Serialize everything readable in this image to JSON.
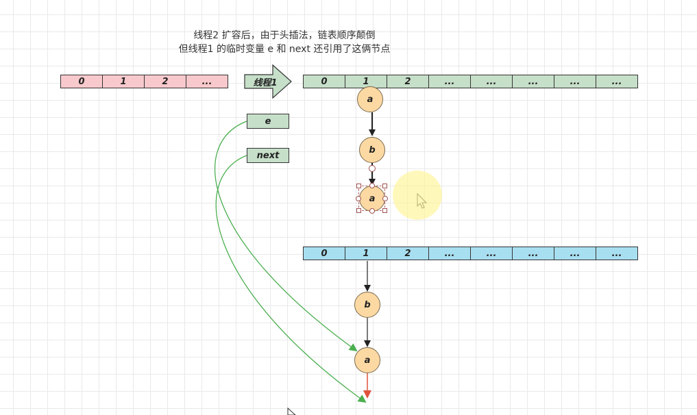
{
  "caption": {
    "line1": "线程2 扩容后，由于头插法，链表顺序颠倒",
    "line2": "但线程1 的临时变量 e 和 next 还引用了这俩节点"
  },
  "old_table": {
    "cells": [
      "0",
      "1",
      "2",
      "..."
    ],
    "color": "#f8c9cc"
  },
  "thread_arrow": {
    "label": "线程1",
    "color": "#c6dfc9"
  },
  "thread2_table": {
    "cells": [
      "0",
      "1",
      "2",
      "...",
      "...",
      "...",
      "...",
      "..."
    ],
    "color": "#c6dfc9",
    "chain": [
      "a",
      "b",
      "a"
    ]
  },
  "thread1_table": {
    "cells": [
      "0",
      "1",
      "2",
      "...",
      "...",
      "...",
      "...",
      "..."
    ],
    "color": "#a8dff0",
    "chain": [
      "b",
      "a"
    ]
  },
  "variables": {
    "e": "e",
    "next": "next"
  },
  "colors": {
    "node_fill": "#fcd9a3",
    "pointer_line": "#4caf50",
    "null_arrow": "#e0533c"
  }
}
